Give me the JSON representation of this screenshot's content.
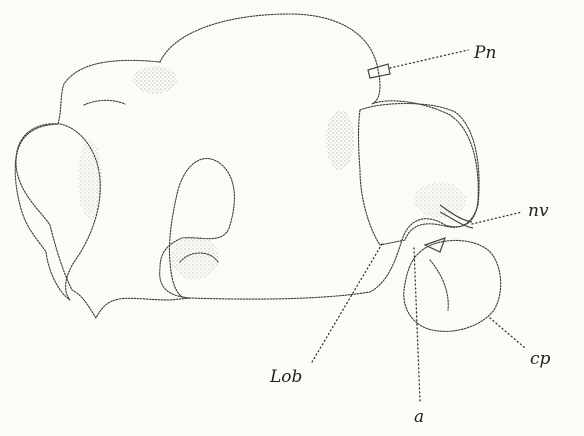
{
  "figure": {
    "labels": {
      "pn": "Pn",
      "nv": "nv",
      "cp": "cp",
      "a": "a",
      "lob": "Lob"
    }
  }
}
